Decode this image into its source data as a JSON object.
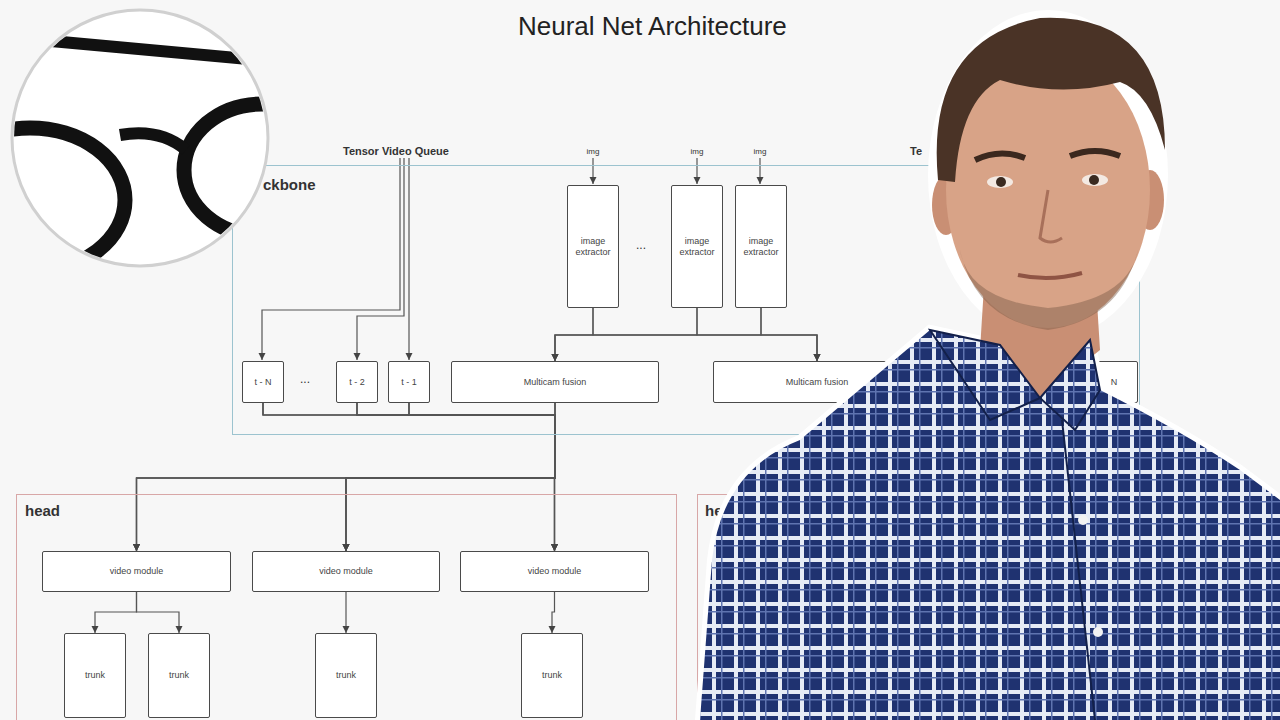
{
  "diagram": {
    "title": "Neural Net Architecture",
    "nodes": [
      {
        "text": [
          "ckbone"
        ]
      },
      {
        "text": [
          "image extractor"
        ],
        "in": 0
      },
      {
        "text": [
          "image extractor"
        ],
        "in": 0
      },
      {
        "text": [
          "image extractor"
        ],
        "in": 0
      },
      {
        "text": [
          "t - N"
        ],
        "in": 0
      },
      {
        "text": [
          "t - 2"
        ],
        "in": 0
      },
      {
        "text": [
          "t - 1"
        ],
        "in": 0
      },
      {
        "text": [
          "Multicam fusion"
        ],
        "in": 0
      },
      {
        "text": [
          "Multicam fusion"
        ],
        "in": 0
      },
      {
        "text": [
          "N"
        ],
        "in": 0
      },
      {
        "text": [
          "head"
        ]
      },
      {
        "text": [
          "video module"
        ],
        "in": 10
      },
      {
        "text": [
          "video module"
        ],
        "in": 10
      },
      {
        "text": [
          "video module"
        ],
        "in": 10
      },
      {
        "text": [
          "trunk"
        ],
        "in": 10
      },
      {
        "text": [
          "trunk"
        ],
        "in": 10
      },
      {
        "text": [
          "trunk"
        ],
        "in": 10
      },
      {
        "text": [
          "trunk"
        ],
        "in": 10
      },
      {
        "text": [
          "he"
        ]
      }
    ],
    "edges": [
      {
        "from": 1,
        "to": 7,
        "arrow": "to"
      },
      {
        "from": 1,
        "to": 8,
        "arrow": "to"
      },
      {
        "from": 2,
        "to": 7,
        "arrow": "to"
      },
      {
        "from": 2,
        "to": 8,
        "arrow": "to"
      },
      {
        "from": 3,
        "to": 7,
        "arrow": "to"
      },
      {
        "from": 3,
        "to": 8,
        "arrow": "to"
      },
      {
        "from": 4,
        "to": 11,
        "arrow": "to"
      },
      {
        "from": 4,
        "to": 12,
        "arrow": "to"
      },
      {
        "from": 4,
        "to": 13,
        "arrow": "to"
      },
      {
        "from": 5,
        "to": 11,
        "arrow": "to"
      },
      {
        "from": 5,
        "to": 12,
        "arrow": "to"
      },
      {
        "from": 5,
        "to": 13,
        "arrow": "to"
      },
      {
        "from": 6,
        "to": 11,
        "arrow": "to"
      },
      {
        "from": 6,
        "to": 12,
        "arrow": "to"
      },
      {
        "from": 6,
        "to": 13,
        "arrow": "to"
      },
      {
        "from": 7,
        "to": 11,
        "arrow": "to"
      },
      {
        "from": 7,
        "to": 12,
        "arrow": "to"
      },
      {
        "from": 7,
        "to": 13,
        "arrow": "to"
      },
      {
        "from": 11,
        "to": 14,
        "arrow": "to"
      },
      {
        "from": 11,
        "to": 15,
        "arrow": "to"
      },
      {
        "from": 12,
        "to": 16,
        "arrow": "to"
      },
      {
        "from": 13,
        "to": 17,
        "arrow": "to"
      }
    ],
    "labels": [
      "Tensor Video Queue",
      "img",
      "img",
      "img",
      "...",
      "...",
      "Te"
    ]
  }
}
